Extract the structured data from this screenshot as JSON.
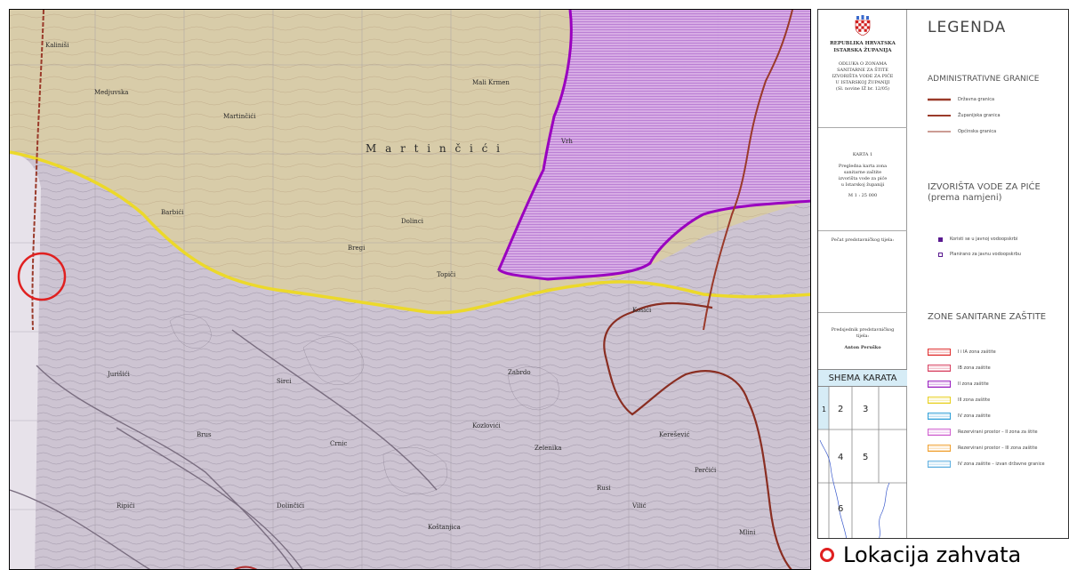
{
  "map": {
    "region_label": "M a r t i n č i ć i",
    "place_labels": [
      "Kaliniši",
      "Medjuvska",
      "Martinčići",
      "Mali Krmen",
      "Koštanjica",
      "Zabrdo",
      "Barbići",
      "Vrh",
      "Jurišići",
      "Dolinci",
      "Kosići",
      "Sirci",
      "Bregi",
      "Topiči",
      "Brus",
      "Ripići",
      "Kerešević",
      "Perčići",
      "Rusi",
      "Vilić",
      "Crnic",
      "Dolinčići",
      "Kozlovići",
      "Zelenika",
      "Mlini"
    ],
    "colors": {
      "yellow_zone": "#e6e060",
      "purple_zone": "#a200c8",
      "brown_boundary": "#9a3a2a",
      "highlight_circle": "#e02020",
      "terrain_tan": "#d9cdb0",
      "terrain_lavender": "#cfc6d4"
    }
  },
  "legend": {
    "left": {
      "republic": "REPUBLIKA HRVATSKA",
      "county": "ISTARSKA ŽUPANIJA",
      "decision": [
        "ODLUKA O ZONAMA",
        "SANITARNE ZA ŠTITE",
        "IZVORIŠTA VODE ZA PIĆE",
        "U ISTARSKOJ ŽUPANIJI",
        "(Sl. novine IŽ br. 12/05)"
      ],
      "map_no": "KARTA 1",
      "map_desc": [
        "Pregledna karta zona",
        "sanitarne zaštite",
        "izvorišta vode za piće",
        "u Istarskoj županiji"
      ],
      "scale": "M 1 : 25 000",
      "stamp": "Pečat predstavničkog tijela:",
      "president_title": [
        "Predsjednik predstavničkog",
        "tijela:"
      ],
      "president_name": "Anton Peruško"
    },
    "title": "LEGENDA",
    "admin_header": "ADMINISTRATIVNE GRANICE",
    "admin_items": [
      "Državna granica",
      "Županijska granica",
      "Općinska granica"
    ],
    "sources_header": [
      "IZVORIŠTA VODE ZA PIĆE",
      "(prema namjeni)"
    ],
    "source_items": [
      "Koristi se u javnoj vodoopskrbi",
      "Planirano za javnu vodoopskrbu"
    ],
    "zones_header": "ZONE SANITARNE ZAŠTITE",
    "zone_items": [
      {
        "label": "I i IA zona zaštite",
        "color": "#e03030"
      },
      {
        "label": "IB zona zaštite",
        "color": "#d84060"
      },
      {
        "label": "II zona zaštite",
        "color": "#9a20c0"
      },
      {
        "label": "III zona zaštite",
        "color": "#e8d020"
      },
      {
        "label": "IV zona zaštite",
        "color": "#30a0d8"
      },
      {
        "label": "Rezervirani prostor – II zona za štite",
        "color": "#d060d0"
      },
      {
        "label": "Rezervirani prostor – III zona zaštite",
        "color": "#f0a030"
      },
      {
        "label": "IV zona zaštite – izvan državne granice",
        "color": "#60b0e0"
      }
    ],
    "schema": {
      "title": "SHEMA KARATA",
      "cells": [
        "1",
        "2",
        "3",
        "4",
        "5",
        "6"
      ]
    }
  },
  "caption": {
    "text": "Lokacija zahvata"
  }
}
